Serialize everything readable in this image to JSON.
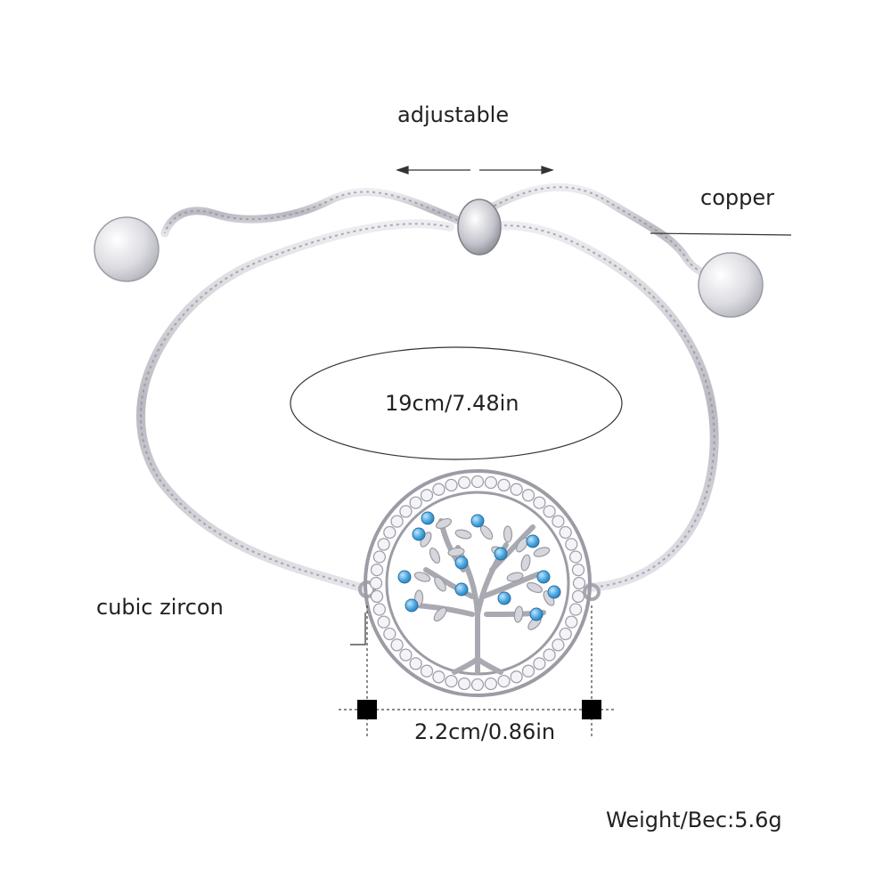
{
  "labels": {
    "adjustable": "adjustable",
    "copper": "copper",
    "length": "19cm/7.48in",
    "material": "cubic zircon",
    "diameter": "2.2cm/0.86in",
    "weight": "Weight/Bec:5.6g"
  },
  "colors": {
    "background": "#ffffff",
    "text": "#222222",
    "silver": "#c9c9cf",
    "silver_dark": "#8d8d96",
    "stone_blue": "#4aa7e0",
    "stone_clear": "#f4f4f8"
  }
}
